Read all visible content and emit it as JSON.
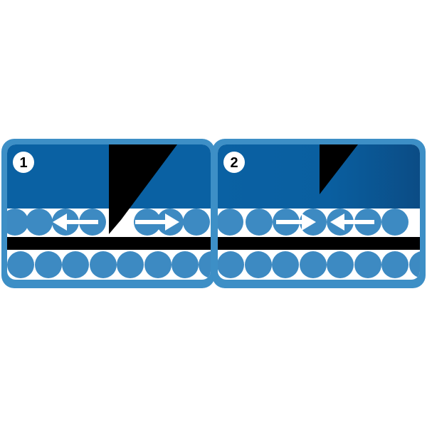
{
  "colors": {
    "frame": "#3d8fc6",
    "frame_dark": "#2f7db3",
    "panel_top": "#0a61a3",
    "panel_top_dark": "#0b4c85",
    "ball": "#3d8ac2",
    "black": "#000000",
    "white": "#ffffff"
  },
  "icons": [
    "arrow-left-icon",
    "arrow-right-icon"
  ],
  "panels": [
    {
      "number": "1",
      "arrows": [
        "left",
        "right"
      ]
    },
    {
      "number": "2",
      "arrows": [
        "right",
        "left"
      ]
    }
  ]
}
